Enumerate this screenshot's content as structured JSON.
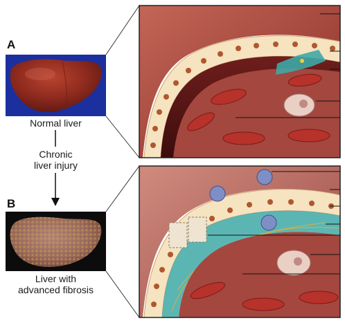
{
  "panels": [
    {
      "letter": "A",
      "caption": "Normal liver"
    },
    {
      "letter": "B",
      "caption_lines": [
        "Liver with",
        "advanced fibrosis"
      ]
    }
  ],
  "transition": {
    "lines": [
      "Chronic",
      "liver injury"
    ]
  },
  "colors": {
    "normal_liver_bg": "#1c2f9e",
    "normal_liver": "#8e2a1e",
    "fibrotic_liver_bg": "#0c0c0c",
    "fibrotic_liver": "#9b6a5c",
    "hepatocyte": "#f6e3c0",
    "hepatocyte_nucleus": "#b0572f",
    "sinusoid_tissue": "#a3473f",
    "stellate_cell": "#3ea9a6",
    "immune_cell": "#7f8fc6",
    "collagen": "#e0b23a",
    "rbc": "#b7322a",
    "frame": "#222222"
  }
}
